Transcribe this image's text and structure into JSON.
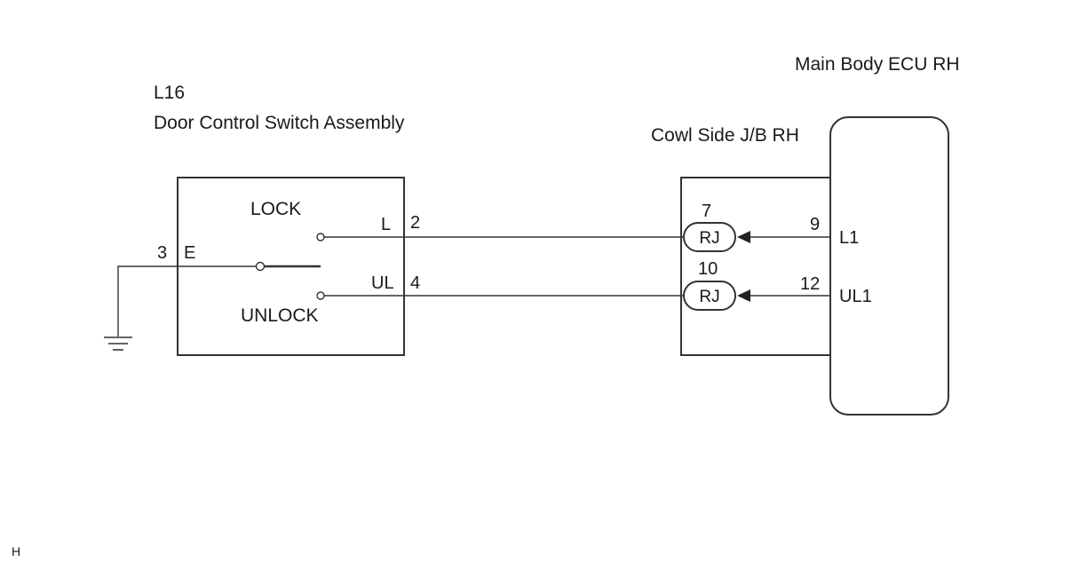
{
  "switch_assembly": {
    "code": "L16",
    "name": "Door Control Switch Assembly",
    "positions": {
      "lock": "LOCK",
      "unlock": "UNLOCK"
    },
    "terminals": [
      {
        "pin": "2",
        "name": "L"
      },
      {
        "pin": "3",
        "name": "E"
      },
      {
        "pin": "4",
        "name": "UL"
      }
    ]
  },
  "junction_block": {
    "name": "Cowl Side J/B RH",
    "connectors": [
      {
        "pin": "7",
        "label": "RJ"
      },
      {
        "pin": "10",
        "label": "RJ"
      }
    ]
  },
  "ecu": {
    "name": "Main Body ECU RH",
    "terminals": [
      {
        "pin": "9",
        "name": "L1"
      },
      {
        "pin": "12",
        "name": "UL1"
      }
    ]
  },
  "footer_code": "H",
  "colors": {
    "line": "#333333",
    "text": "#1a1a1a",
    "background": "#ffffff"
  }
}
